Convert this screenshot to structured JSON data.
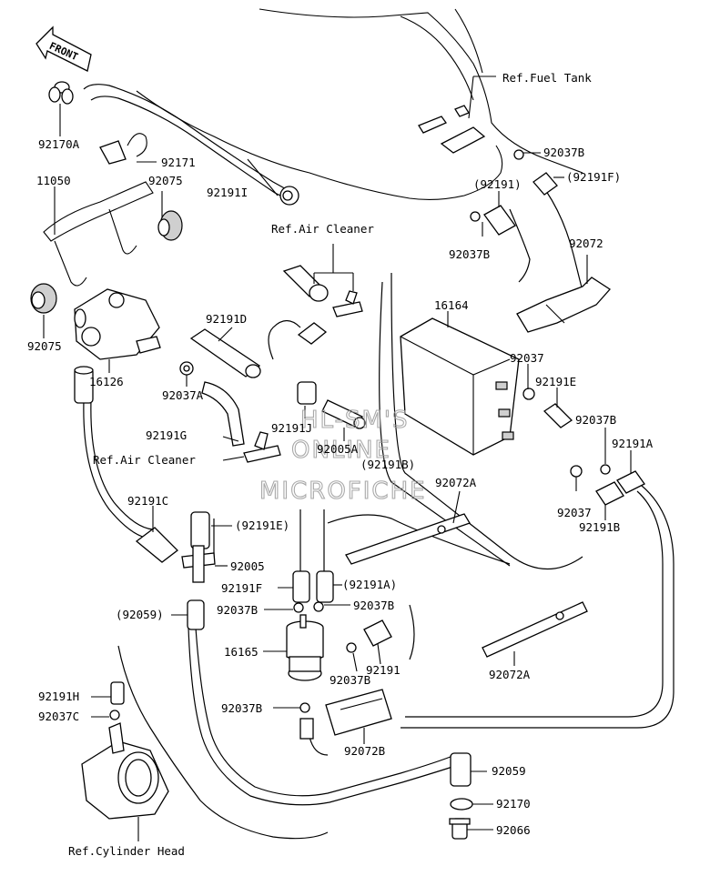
{
  "labels": {
    "ref_fuel_tank": "Ref.Fuel Tank",
    "ref_air_cleaner_top": "Ref.Air Cleaner",
    "ref_air_cleaner_left": "Ref.Air Cleaner",
    "ref_cylinder_head": "Ref.Cylinder Head",
    "front_arrow": "FRONT",
    "p92170A": "92170A",
    "p92171": "92171",
    "p11050": "11050",
    "p92075_top": "92075",
    "p92191I": "92191I",
    "p92075_left": "92075",
    "p16126": "16126",
    "p92037A": "92037A",
    "p92191D": "92191D",
    "p92191G": "92191G",
    "p92191J": "92191J",
    "p92005A": "92005A",
    "p92191B_paren": "(92191B)",
    "p92072A_top": "92072A",
    "p92191C": "92191C",
    "p92191E_paren": "(92191E)",
    "p92005": "92005",
    "p92191F": "92191F",
    "p92191A_paren": "(92191A)",
    "p92059_paren": "(92059)",
    "p92037B_a": "92037B",
    "p92037B_b": "92037B",
    "p16165": "16165",
    "p92037B_c": "92037B",
    "p92191_low": "92191",
    "p92037B_d": "92037B",
    "p92072B": "92072B",
    "p92191H": "92191H",
    "p92037C": "92037C",
    "p92037B_tank": "92037B",
    "p92191F_paren": "(92191F)",
    "p92191_paren": "(92191)",
    "p92037B_tank2": "92037B",
    "p92072_right": "92072",
    "p16164": "16164",
    "p92037_r1": "92037",
    "p92191E": "92191E",
    "p92037B_r": "92037B",
    "p92191A": "92191A",
    "p92037_r2": "92037",
    "p92191B": "92191B",
    "p92072A_bottom": "92072A",
    "p92059_bottom": "92059",
    "p92170": "92170",
    "p92066": "92066"
  },
  "watermark": [
    "HL-SM'S",
    "ONLINE",
    "MICROFICHE"
  ]
}
